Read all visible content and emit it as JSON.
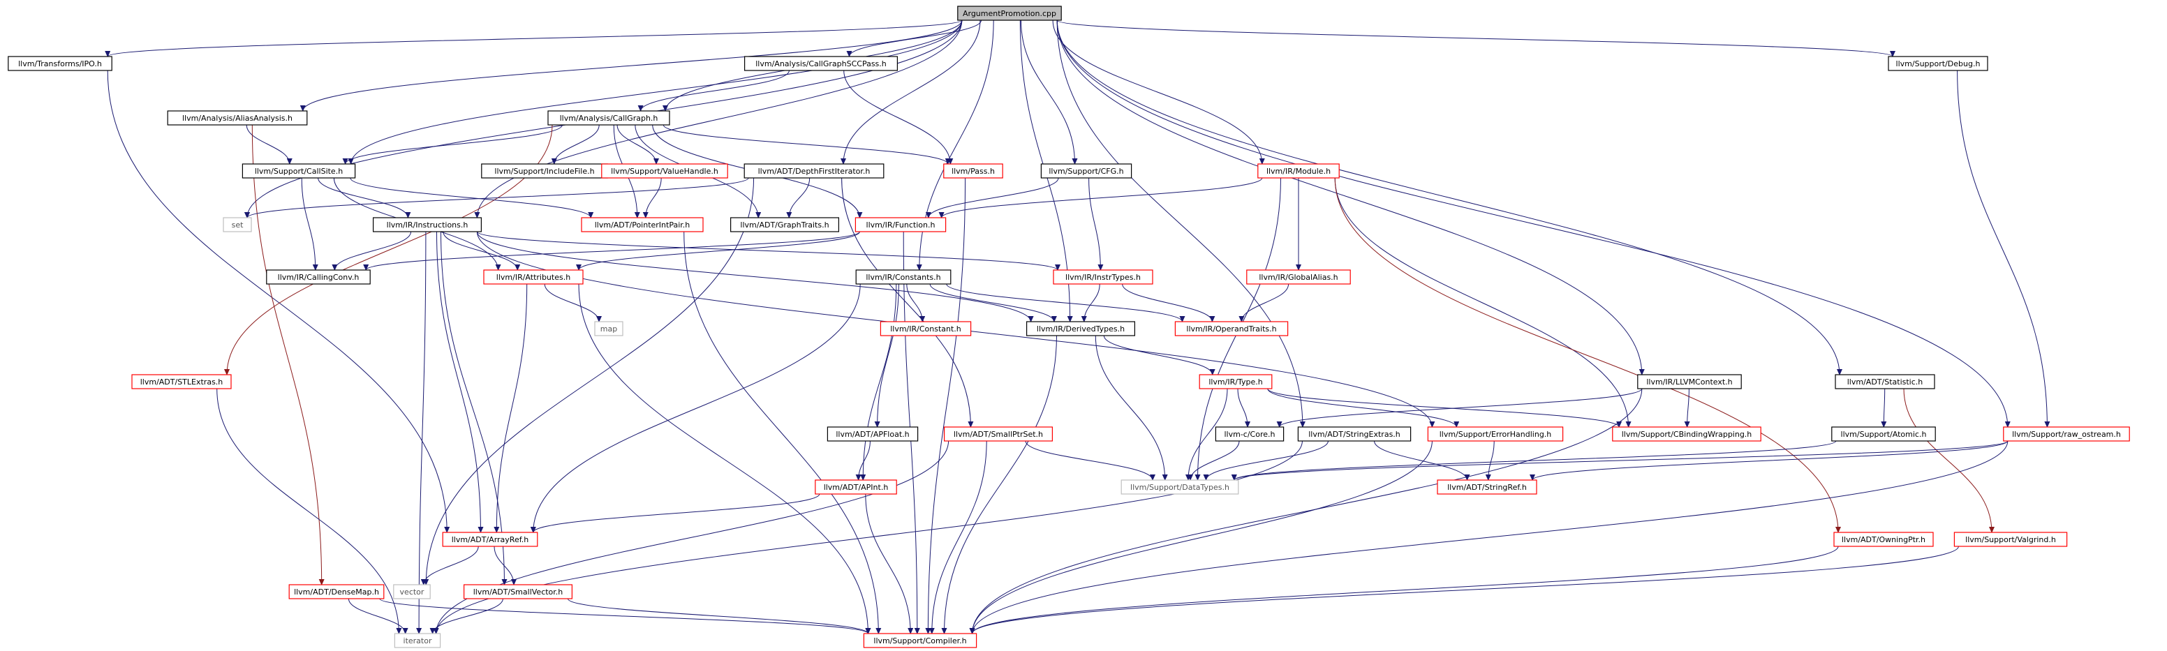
{
  "title": "ArgumentPromotion.cpp",
  "nodes": {
    "root": {
      "label": "ArgumentPromotion.cpp",
      "style": "root"
    },
    "ipo": {
      "label": "llvm/Transforms/IPO.h",
      "style": "black"
    },
    "aa": {
      "label": "llvm/Analysis/AliasAnalysis.h",
      "style": "black"
    },
    "cgscc": {
      "label": "llvm/Analysis/CallGraphSCCPass.h",
      "style": "black"
    },
    "cg": {
      "label": "llvm/Analysis/CallGraph.h",
      "style": "black"
    },
    "debug": {
      "label": "llvm/Support/Debug.h",
      "style": "black"
    },
    "callsite": {
      "label": "llvm/Support/CallSite.h",
      "style": "black"
    },
    "includefile": {
      "label": "llvm/Support/IncludeFile.h",
      "style": "black"
    },
    "valuehandle": {
      "label": "llvm/Support/ValueHandle.h",
      "style": "red"
    },
    "dfi": {
      "label": "llvm/ADT/DepthFirstIterator.h",
      "style": "black"
    },
    "pass": {
      "label": "llvm/Pass.h",
      "style": "red"
    },
    "cfg": {
      "label": "llvm/Support/CFG.h",
      "style": "black"
    },
    "module": {
      "label": "llvm/IR/Module.h",
      "style": "red"
    },
    "set": {
      "label": "set",
      "style": "gray"
    },
    "instructions": {
      "label": "llvm/IR/Instructions.h",
      "style": "black"
    },
    "pip": {
      "label": "llvm/ADT/PointerIntPair.h",
      "style": "red"
    },
    "gt": {
      "label": "llvm/ADT/GraphTraits.h",
      "style": "black"
    },
    "function": {
      "label": "llvm/IR/Function.h",
      "style": "red"
    },
    "callingconv": {
      "label": "llvm/IR/CallingConv.h",
      "style": "black"
    },
    "attributes": {
      "label": "llvm/IR/Attributes.h",
      "style": "red"
    },
    "instrtypes": {
      "label": "llvm/IR/InstrTypes.h",
      "style": "red"
    },
    "constants": {
      "label": "llvm/IR/Constants.h",
      "style": "black"
    },
    "globalalias": {
      "label": "llvm/IR/GlobalAlias.h",
      "style": "red"
    },
    "map": {
      "label": "map",
      "style": "gray"
    },
    "constant": {
      "label": "llvm/IR/Constant.h",
      "style": "red"
    },
    "derived": {
      "label": "llvm/IR/DerivedTypes.h",
      "style": "black"
    },
    "operandtraits": {
      "label": "llvm/IR/OperandTraits.h",
      "style": "red"
    },
    "stlextras": {
      "label": "llvm/ADT/STLExtras.h",
      "style": "red"
    },
    "type": {
      "label": "llvm/IR/Type.h",
      "style": "red"
    },
    "llvmcontext": {
      "label": "llvm/IR/LLVMContext.h",
      "style": "black"
    },
    "statistic": {
      "label": "llvm/ADT/Statistic.h",
      "style": "black"
    },
    "apfloat": {
      "label": "llvm/ADT/APFloat.h",
      "style": "black"
    },
    "smallptrset": {
      "label": "llvm/ADT/SmallPtrSet.h",
      "style": "red"
    },
    "core": {
      "label": "llvm-c/Core.h",
      "style": "black"
    },
    "stringextras": {
      "label": "llvm/ADT/StringExtras.h",
      "style": "black"
    },
    "errorhandling": {
      "label": "llvm/Support/ErrorHandling.h",
      "style": "red"
    },
    "cbinding": {
      "label": "llvm/Support/CBindingWrapping.h",
      "style": "red"
    },
    "atomic": {
      "label": "llvm/Support/Atomic.h",
      "style": "black"
    },
    "rawostream": {
      "label": "llvm/Support/raw_ostream.h",
      "style": "red"
    },
    "apint": {
      "label": "llvm/ADT/APInt.h",
      "style": "red"
    },
    "datatypes": {
      "label": "llvm/Support/DataTypes.h",
      "style": "gray"
    },
    "stringref": {
      "label": "llvm/ADT/StringRef.h",
      "style": "red"
    },
    "arrayref": {
      "label": "llvm/ADT/ArrayRef.h",
      "style": "red"
    },
    "owningptr": {
      "label": "llvm/ADT/OwningPtr.h",
      "style": "red"
    },
    "valgrind": {
      "label": "llvm/Support/Valgrind.h",
      "style": "red"
    },
    "densemap": {
      "label": "llvm/ADT/DenseMap.h",
      "style": "red"
    },
    "vector": {
      "label": "vector",
      "style": "gray"
    },
    "smallvector": {
      "label": "llvm/ADT/SmallVector.h",
      "style": "red"
    },
    "iterator": {
      "label": "iterator",
      "style": "gray"
    },
    "compiler": {
      "label": "llvm/Support/Compiler.h",
      "style": "red"
    }
  },
  "edges": [
    [
      "root",
      "ipo"
    ],
    [
      "root",
      "aa"
    ],
    [
      "root",
      "cgscc"
    ],
    [
      "root",
      "cg"
    ],
    [
      "root",
      "debug"
    ],
    [
      "root",
      "callsite"
    ],
    [
      "root",
      "set"
    ],
    [
      "root",
      "instructions"
    ],
    [
      "root",
      "dfi"
    ],
    [
      "root",
      "cfg"
    ],
    [
      "root",
      "module"
    ],
    [
      "root",
      "constants"
    ],
    [
      "root",
      "derived"
    ],
    [
      "root",
      "llvmcontext"
    ],
    [
      "root",
      "statistic"
    ],
    [
      "root",
      "stringextras"
    ],
    [
      "root",
      "rawostream"
    ],
    [
      "ipo",
      "arrayref"
    ],
    [
      "aa",
      "callsite"
    ],
    [
      "aa",
      "densemap"
    ],
    [
      "cgscc",
      "cg"
    ],
    [
      "cgscc",
      "pass"
    ],
    [
      "cg",
      "callsite"
    ],
    [
      "cg",
      "includefile"
    ],
    [
      "cg",
      "valuehandle"
    ],
    [
      "cg",
      "pass"
    ],
    [
      "cg",
      "function"
    ],
    [
      "cg",
      "gt"
    ],
    [
      "cg",
      "stlextras"
    ],
    [
      "cg",
      "pip"
    ],
    [
      "debug",
      "rawostream"
    ],
    [
      "callsite",
      "instructions"
    ],
    [
      "callsite",
      "callingconv"
    ],
    [
      "callsite",
      "attributes"
    ],
    [
      "callsite",
      "pip"
    ],
    [
      "valuehandle",
      "pip"
    ],
    [
      "dfi",
      "gt"
    ],
    [
      "dfi",
      "smallptrset"
    ],
    [
      "dfi",
      "set"
    ],
    [
      "dfi",
      "vector"
    ],
    [
      "pass",
      "compiler"
    ],
    [
      "cfg",
      "function"
    ],
    [
      "cfg",
      "instrtypes"
    ],
    [
      "module",
      "function"
    ],
    [
      "module",
      "globalalias"
    ],
    [
      "module",
      "datatypes"
    ],
    [
      "module",
      "cbinding"
    ],
    [
      "module",
      "owningptr"
    ],
    [
      "instructions",
      "callingconv"
    ],
    [
      "instructions",
      "attributes"
    ],
    [
      "instructions",
      "instrtypes"
    ],
    [
      "instructions",
      "derived"
    ],
    [
      "instructions",
      "arrayref"
    ],
    [
      "instructions",
      "smallvector"
    ],
    [
      "instructions",
      "iterator"
    ],
    [
      "instructions",
      "errorhandling"
    ],
    [
      "pip",
      "compiler"
    ],
    [
      "function",
      "callingconv"
    ],
    [
      "function",
      "attributes"
    ],
    [
      "function",
      "compiler"
    ],
    [
      "attributes",
      "arrayref"
    ],
    [
      "attributes",
      "map"
    ],
    [
      "attributes",
      "compiler"
    ],
    [
      "instrtypes",
      "derived"
    ],
    [
      "instrtypes",
      "operandtraits"
    ],
    [
      "constants",
      "constant"
    ],
    [
      "constants",
      "operandtraits"
    ],
    [
      "constants",
      "derived"
    ],
    [
      "constants",
      "apint"
    ],
    [
      "constants",
      "apfloat"
    ],
    [
      "constants",
      "arrayref"
    ],
    [
      "globalalias",
      "operandtraits"
    ],
    [
      "derived",
      "type"
    ],
    [
      "derived",
      "datatypes"
    ],
    [
      "derived",
      "compiler"
    ],
    [
      "stlextras",
      "iterator"
    ],
    [
      "type",
      "core"
    ],
    [
      "type",
      "datatypes"
    ],
    [
      "type",
      "errorhandling"
    ],
    [
      "type",
      "cbinding"
    ],
    [
      "llvmcontext",
      "core"
    ],
    [
      "llvmcontext",
      "cbinding"
    ],
    [
      "llvmcontext",
      "compiler"
    ],
    [
      "statistic",
      "atomic"
    ],
    [
      "statistic",
      "valgrind"
    ],
    [
      "apfloat",
      "apint"
    ],
    [
      "smallptrset",
      "datatypes"
    ],
    [
      "smallptrset",
      "compiler"
    ],
    [
      "smallptrset",
      "iterator"
    ],
    [
      "core",
      "datatypes"
    ],
    [
      "stringextras",
      "datatypes"
    ],
    [
      "stringextras",
      "stringref"
    ],
    [
      "stringextras",
      "iterator"
    ],
    [
      "errorhandling",
      "stringref"
    ],
    [
      "errorhandling",
      "compiler"
    ],
    [
      "atomic",
      "datatypes"
    ],
    [
      "rawostream",
      "datatypes"
    ],
    [
      "rawostream",
      "stringref"
    ],
    [
      "rawostream",
      "compiler"
    ],
    [
      "apint",
      "arrayref"
    ],
    [
      "apint",
      "compiler"
    ],
    [
      "arrayref",
      "smallvector"
    ],
    [
      "arrayref",
      "vector"
    ],
    [
      "owningptr",
      "compiler"
    ],
    [
      "valgrind",
      "compiler"
    ],
    [
      "densemap",
      "iterator"
    ],
    [
      "densemap",
      "compiler"
    ],
    [
      "smallvector",
      "iterator"
    ],
    [
      "smallvector",
      "compiler"
    ]
  ],
  "colors": {
    "edge": "#191970",
    "edge_red": "#8b1a1a",
    "border_black": "#000000",
    "border_red": "#ff0000",
    "border_gray": "#bfbfbf",
    "root_fill": "#bfbfbf",
    "text": "#000000",
    "text_gray": "#555555"
  }
}
